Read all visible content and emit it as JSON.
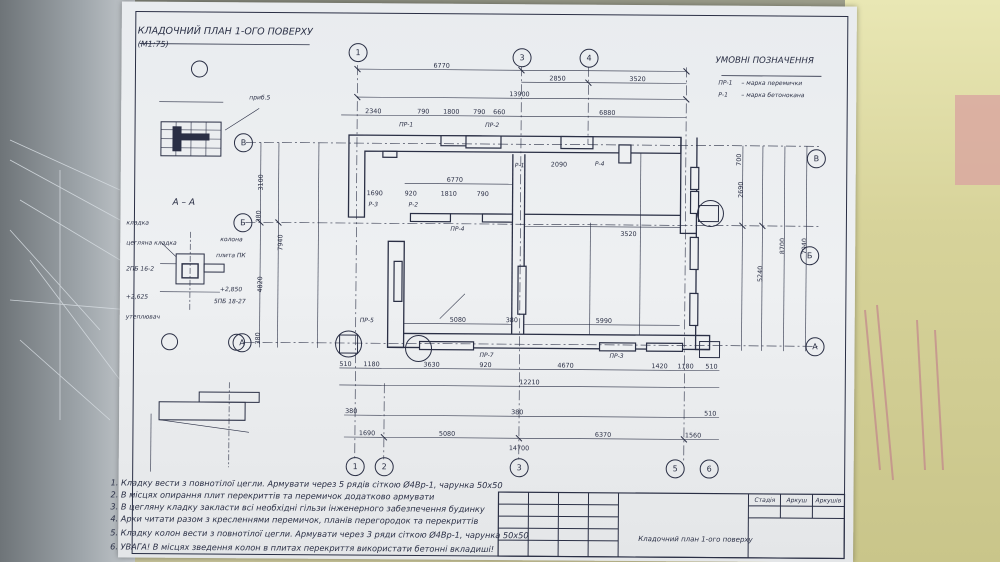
{
  "drawing": {
    "title": "КЛАДОЧНИЙ ПЛАН 1-ОГО ПОВЕРХУ",
    "scale": "(М1:75)",
    "legend_title": "УМОВНІ ПОЗНАЧЕННЯ",
    "legend_items": [
      {
        "code": "ПР-1",
        "text": "– марка перемички"
      },
      {
        "code": "Р-1",
        "text": "– марка бетонокана"
      }
    ],
    "section_title": "А – А",
    "axes_bottom": [
      "1",
      "2",
      "3",
      "5",
      "6"
    ],
    "axes_top": [
      "1",
      "3",
      "4"
    ],
    "axes_left": [
      "В",
      "Б",
      "А"
    ],
    "axes_right": [
      "В",
      "Б",
      "А"
    ],
    "dims_top": [
      "6770",
      "2850",
      "3520",
      "13900"
    ],
    "dims_top2": [
      "2340",
      "790",
      "1800",
      "790",
      "660",
      "6880"
    ],
    "dims_bottom": [
      "510",
      "1180",
      "3630",
      "920",
      "4670",
      "1420",
      "1180",
      "510",
      "12210"
    ],
    "dims_bottom2": [
      "380",
      "1690",
      "5080",
      "380",
      "6370",
      "1560",
      "510",
      "14700"
    ],
    "dims_left": [
      "3100",
      "380",
      "4820",
      "380",
      "7940"
    ],
    "dims_right": [
      "700",
      "2690",
      "5240",
      "8700",
      "7940"
    ],
    "inner_dims": [
      "6770",
      "1690",
      "920",
      "1810",
      "790",
      "2090",
      "3520",
      "5080",
      "380",
      "5990"
    ],
    "marks": [
      "ПР-1",
      "ПР-2",
      "ПР-4",
      "ПР-5",
      "ПР-7",
      "ПР-3",
      "Р-1",
      "Р-2",
      "Р-3",
      "Р-4"
    ],
    "detail_labels": [
      "кладка",
      "цегляна кладка",
      "колона",
      "плита ПК",
      "2ПБ 16-2",
      "5ПБ 18-27",
      "утеплювач",
      "приб.5",
      "+2,850",
      "+2,625"
    ],
    "notes": [
      "1. Кладку вести з повнотілої цегли. Армувати через 5 рядів сіткою Ø4Вр-1, чарунка 50х50",
      "2. В місцях опирання плит перекриттів та перемичок додатково армувати",
      "3. В цегляну кладку закласти всі необхідні гільзи інженерного забезпечення будинку",
      "4. Арки читати разом з кресленнями перемичок, планів перегородок та перекриттів",
      "5. Кладку колон вести з повнотілої цегли. Армувати через 3 ряди сіткою Ø4Вр-1, чарунка 50х50",
      "6. УВАГА! В місцях зведення колон в плитах перекриття використати бетонні вкладиші!"
    ],
    "stamp": {
      "cols": [
        "Стадія",
        "Аркуш",
        "Аркушів"
      ],
      "name": "Кладочний план 1-ого поверху"
    }
  }
}
